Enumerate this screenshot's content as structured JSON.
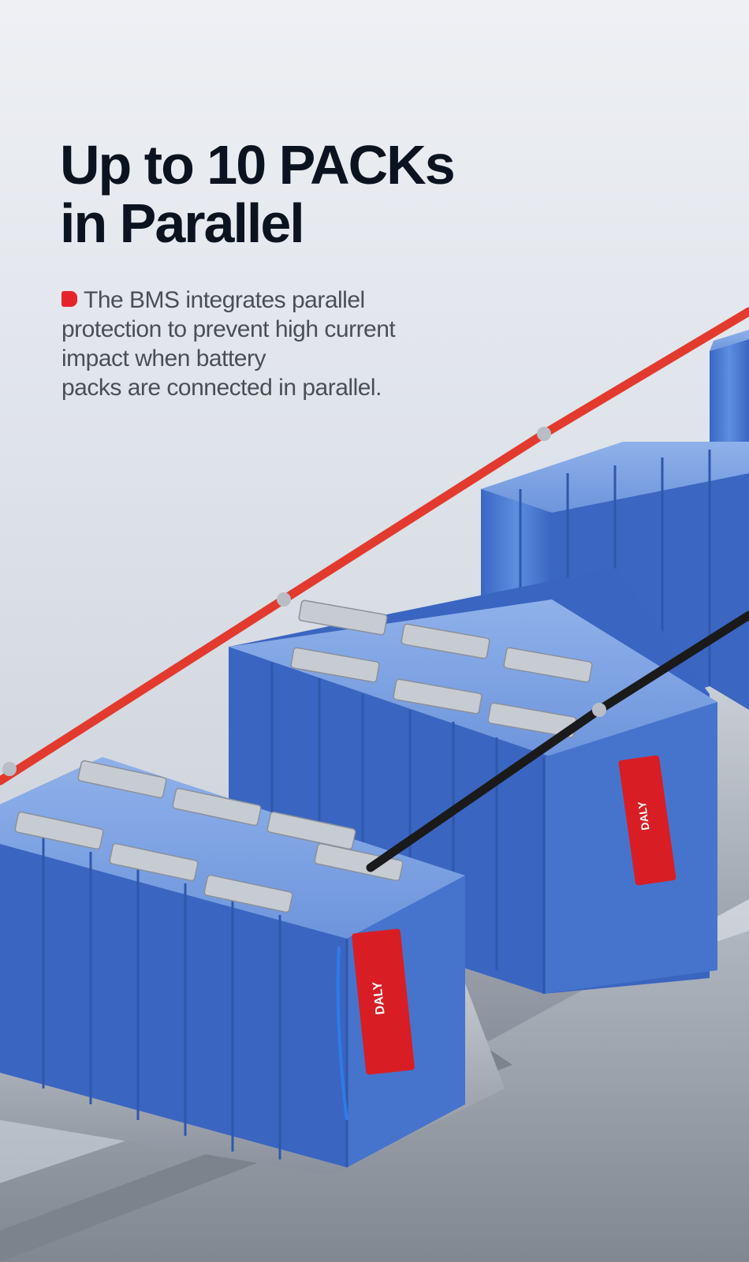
{
  "headline": {
    "line1": "Up to 10 PACKs",
    "line2": "in Parallel"
  },
  "description": {
    "line1": "The BMS integrates parallel",
    "line2": "protection to prevent high current",
    "line3": "impact when battery",
    "line4": "packs are connected in parallel."
  },
  "bms_module": {
    "brand": "DALY"
  },
  "colors": {
    "cell_blue": "#4f7fd6",
    "bms_red": "#d81e24",
    "cable_red": "#e23a2e",
    "cable_black": "#1a1a1a",
    "title": "#0b1320",
    "text": "#4a4f57"
  },
  "icons": {
    "bullet": "red-rounded-square-bullet"
  }
}
